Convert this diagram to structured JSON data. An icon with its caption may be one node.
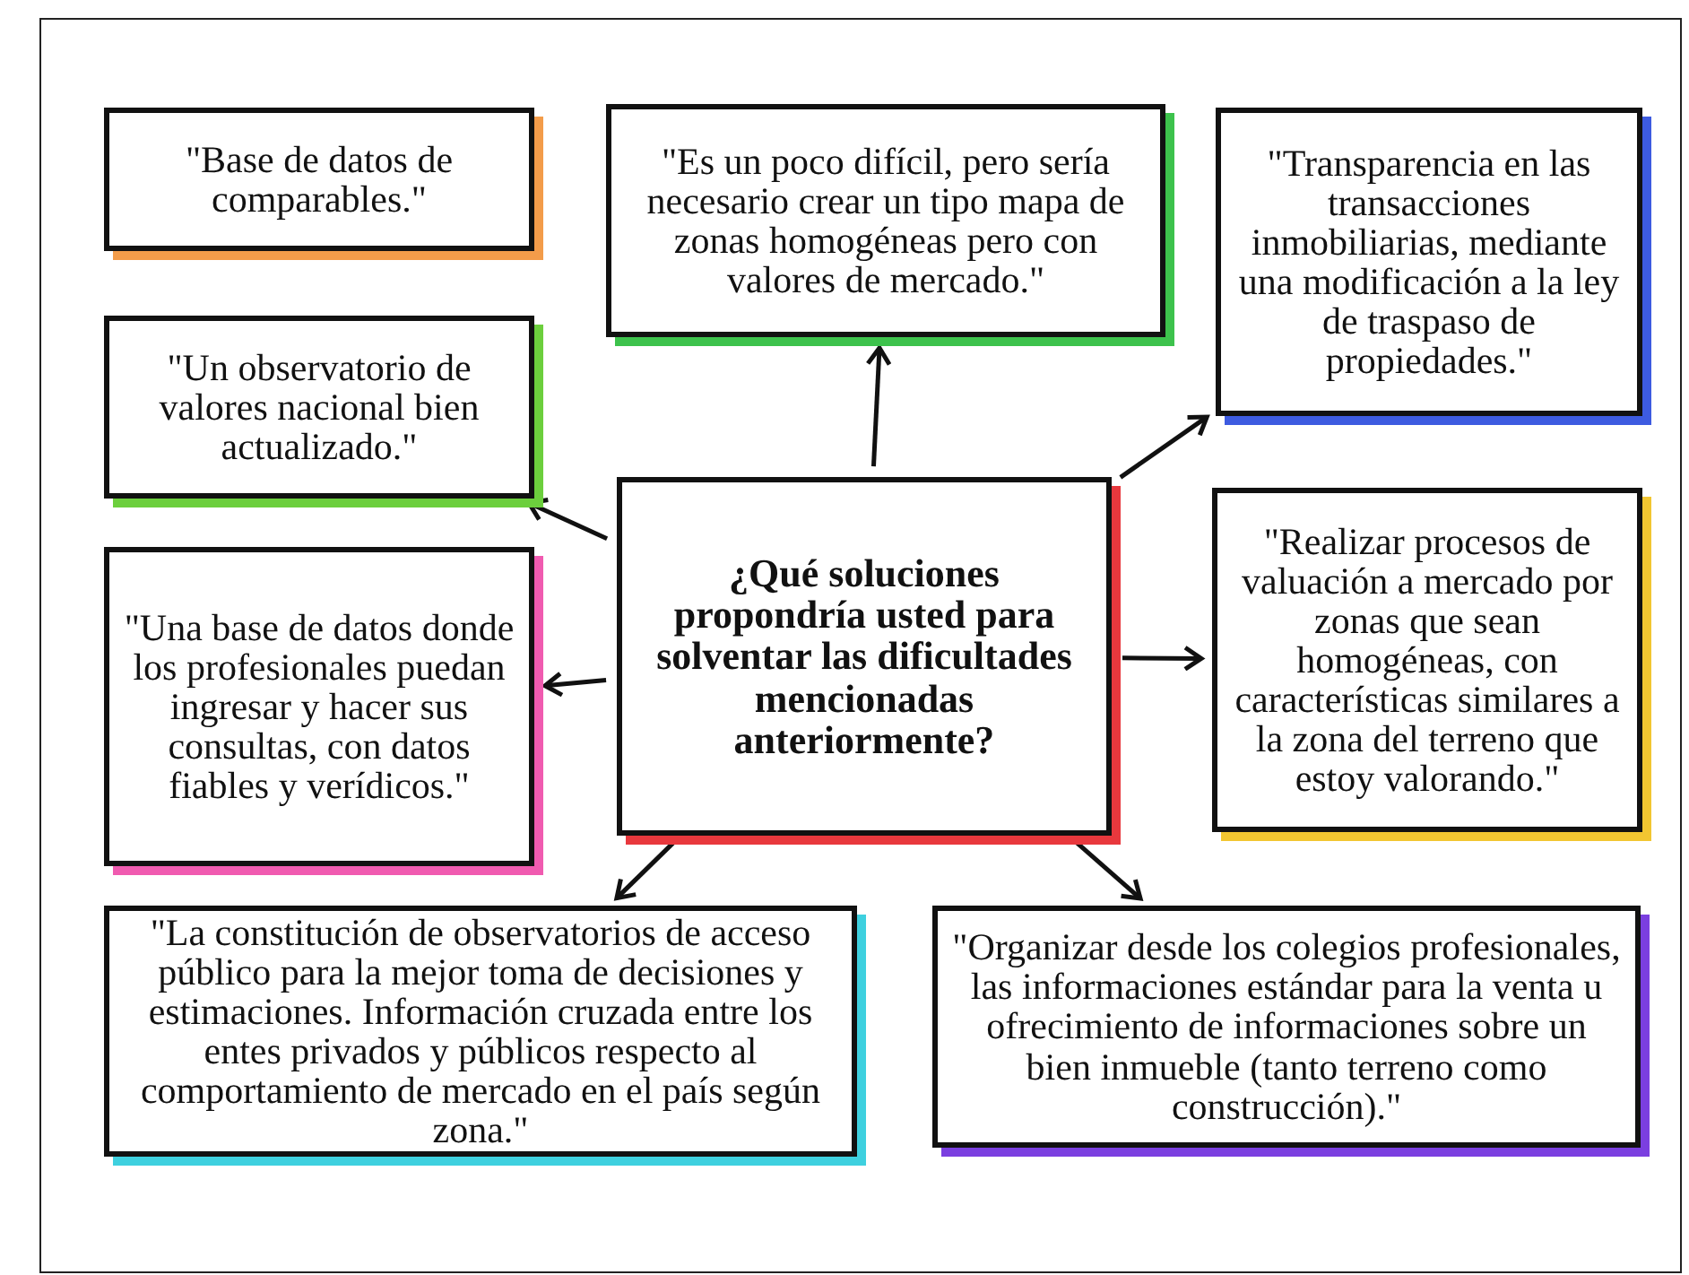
{
  "diagram": {
    "nodes": [
      {
        "text": [
          "\"Base de datos de comparables.\""
        ]
      },
      {
        "text": [
          "\"Es un poco difícil, pero sería necesario crear un tipo mapa de zonas homogéneas pero con valores de mercado.\""
        ]
      },
      {
        "text": [
          "\"Transparencia en las transacciones inmobiliarias, mediante una modificación a la ley de traspaso de propiedades.\""
        ]
      },
      {
        "text": [
          "\"Un observatorio de valores nacional bien actualizado.\""
        ]
      },
      {
        "text": [
          "¿Qué soluciones propondría usted para solventar las dificultades mencionadas anteriormente?"
        ]
      },
      {
        "text": [
          "\"Una base de datos donde los profesionales puedan ingresar y hacer sus consultas, con datos fiables y verídicos.\""
        ]
      },
      {
        "text": [
          "\"Realizar procesos de valuación a mercado por zonas que sean homogéneas, con características similares a la zona del terreno que estoy valorando.\""
        ]
      },
      {
        "text": [
          "\"La constitución de observatorios de acceso público para la mejor toma de decisiones y estimaciones. Información cruzada entre los entes privados y públicos respecto al comportamiento de mercado en el país según zona.\""
        ]
      },
      {
        "text": [
          "\"Organizar desde los colegios profesionales, las informaciones estándar para la venta u ofrecimiento de informaciones sobre un bien inmueble (tanto terreno como construcción).\""
        ]
      }
    ],
    "edges": [
      {
        "from": 4,
        "to": 3,
        "arrow": "to"
      },
      {
        "from": 4,
        "to": 1,
        "arrow": "to"
      },
      {
        "from": 4,
        "to": 2,
        "arrow": "to"
      },
      {
        "from": 4,
        "to": 5,
        "arrow": "to"
      },
      {
        "from": 4,
        "to": 6,
        "arrow": "to"
      },
      {
        "from": 4,
        "to": 7,
        "arrow": "to"
      },
      {
        "from": 4,
        "to": 8,
        "arrow": "to"
      }
    ]
  }
}
